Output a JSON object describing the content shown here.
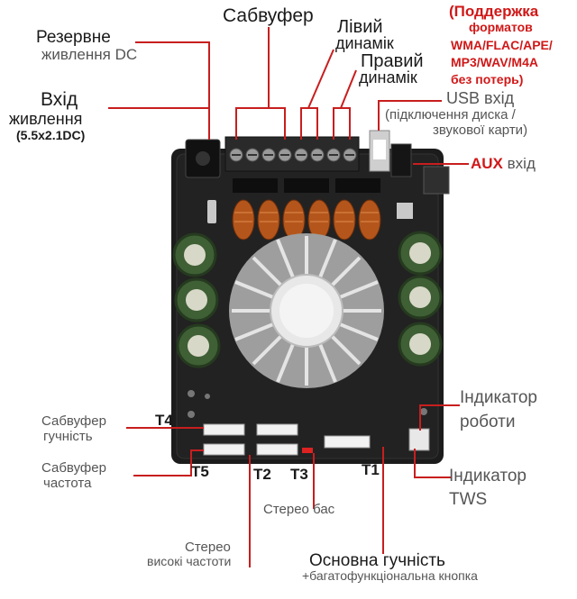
{
  "labels": {
    "reserve_power_line1": "Резервне",
    "reserve_power_line2": "живлення DC",
    "power_input_line1": "Вхід",
    "power_input_line2": "живлення",
    "power_input_line3": "(5.5x2.1DC)",
    "subwoofer": "Сабвуфер",
    "left_speaker_line1": "Лівий",
    "left_speaker_line2": "динамік",
    "right_speaker_line1": "Правий",
    "right_speaker_line2": "динамік",
    "usb_line1": "USB вхід",
    "usb_line2": "(підключення диска /",
    "usb_line3": "звукової карти)",
    "aux_prefix": "AUX",
    "aux_suffix": " вхід",
    "formats_line1": "(Поддержка",
    "formats_line2": "форматов",
    "formats_line3": "WMA/FLAC/APE/",
    "formats_line4": "MP3/WAV/M4A",
    "formats_line5": "без потерь)",
    "work_indicator_line1": "Індикатор",
    "work_indicator_line2": "роботи",
    "tws_indicator_line1": "Індикатор",
    "tws_indicator_line2": "TWS",
    "sub_volume_line1": "Сабвуфер",
    "sub_volume_line2": "гучність",
    "sub_freq_line1": "Сабвуфер",
    "sub_freq_line2": "частота",
    "stereo_bass": "Стерео бас",
    "stereo_treble_line1": "Стерео",
    "stereo_treble_line2": "високі частоти",
    "main_volume_line1": "Основна гучність",
    "main_volume_line2": "+багатофункціональна кнопка",
    "t1": "T1",
    "t2": "T2",
    "t3": "T3",
    "t4": "T4",
    "t5": "T5"
  },
  "colors": {
    "pointer_red": "#c81e1e",
    "label_red": "#d01818",
    "board_dark": "#1c1c1c",
    "heatsink": "#b8b8b8",
    "capacitor_green": "#3f5f35",
    "coil_copper": "#b4561c"
  }
}
